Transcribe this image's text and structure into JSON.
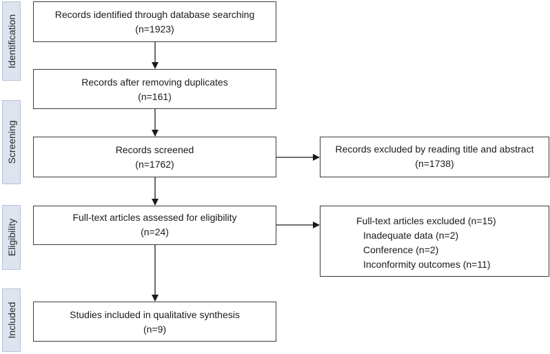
{
  "stages": {
    "identification": "Identification",
    "screening": "Screening",
    "eligibility": "Eligibility",
    "included": "Included"
  },
  "boxes": {
    "identified": {
      "text": "Records identified through database searching",
      "count": "(n=1923)"
    },
    "duplicates": {
      "text": "Records after removing duplicates",
      "count": "(n=161)"
    },
    "screened": {
      "text": "Records screened",
      "count": "(n=1762)"
    },
    "fulltext": {
      "text": "Full-text articles assessed for eligibility",
      "count": "(n=24)"
    },
    "included": {
      "text": "Studies included in qualitative synthesis",
      "count": "(n=9)"
    },
    "excluded_title": {
      "text": "Records excluded by reading title and abstract",
      "count": "(n=1738)"
    },
    "excluded_fulltext": {
      "title": "Full-text articles excluded (n=15)",
      "reasons": [
        "Inadequate data (n=2)",
        "Conference (n=2)",
        "Inconformity outcomes (n=11)"
      ]
    }
  },
  "colors": {
    "stage_fill": "#dde3ef",
    "border": "#3a3a3a",
    "arrow": "#1a1a1a"
  }
}
